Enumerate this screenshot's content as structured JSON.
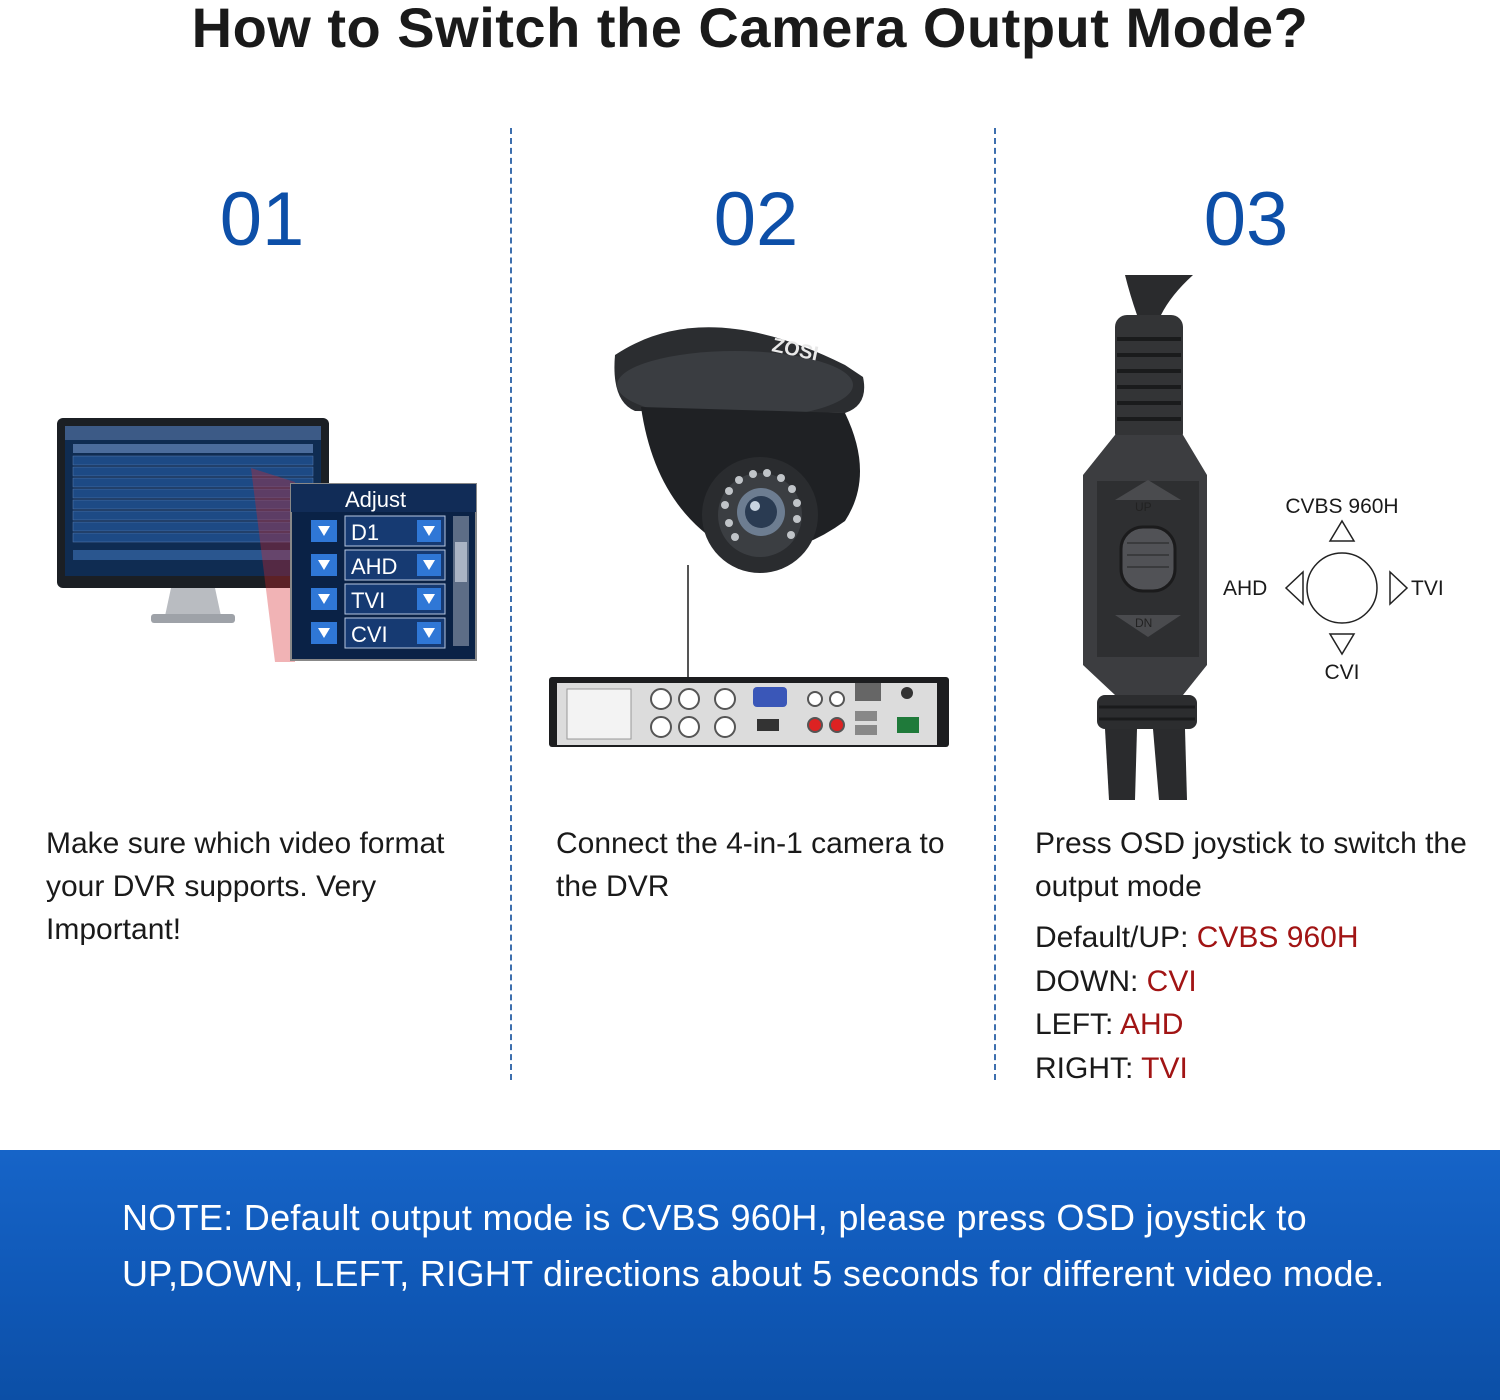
{
  "title": "How to Switch the Camera Output Mode?",
  "steps": [
    {
      "number": "01",
      "description": "Make sure which video format your DVR supports. Very Important!",
      "menu": {
        "header": "Adjust",
        "options": [
          "D1",
          "AHD",
          "TVI",
          "CVI"
        ]
      }
    },
    {
      "number": "02",
      "description": "Connect the 4-in-1 camera to the DVR",
      "camera_brand": "ZOSI"
    },
    {
      "number": "03",
      "description": "Press OSD joystick to switch the output mode",
      "joystick_labels": {
        "up_key": "UP",
        "down_key": "DN"
      },
      "directions": {
        "up": "CVBS 960H",
        "down": "CVI",
        "left": "AHD",
        "right": "TVI"
      },
      "modes": [
        {
          "label": "Default/UP: ",
          "value": "CVBS 960H"
        },
        {
          "label": "DOWN: ",
          "value": "CVI"
        },
        {
          "label": "LEFT: ",
          "value": "AHD"
        },
        {
          "label": "RIGHT: ",
          "value": "TVI"
        }
      ]
    }
  ],
  "note": "NOTE: Default output mode is CVBS 960H, please press OSD joystick to UP,DOWN, LEFT, RIGHT directions about 5 seconds for different video mode.",
  "colors": {
    "accent_blue": "#0d4fa8",
    "mode_red": "#a11414",
    "note_bg": "#1462c4"
  }
}
